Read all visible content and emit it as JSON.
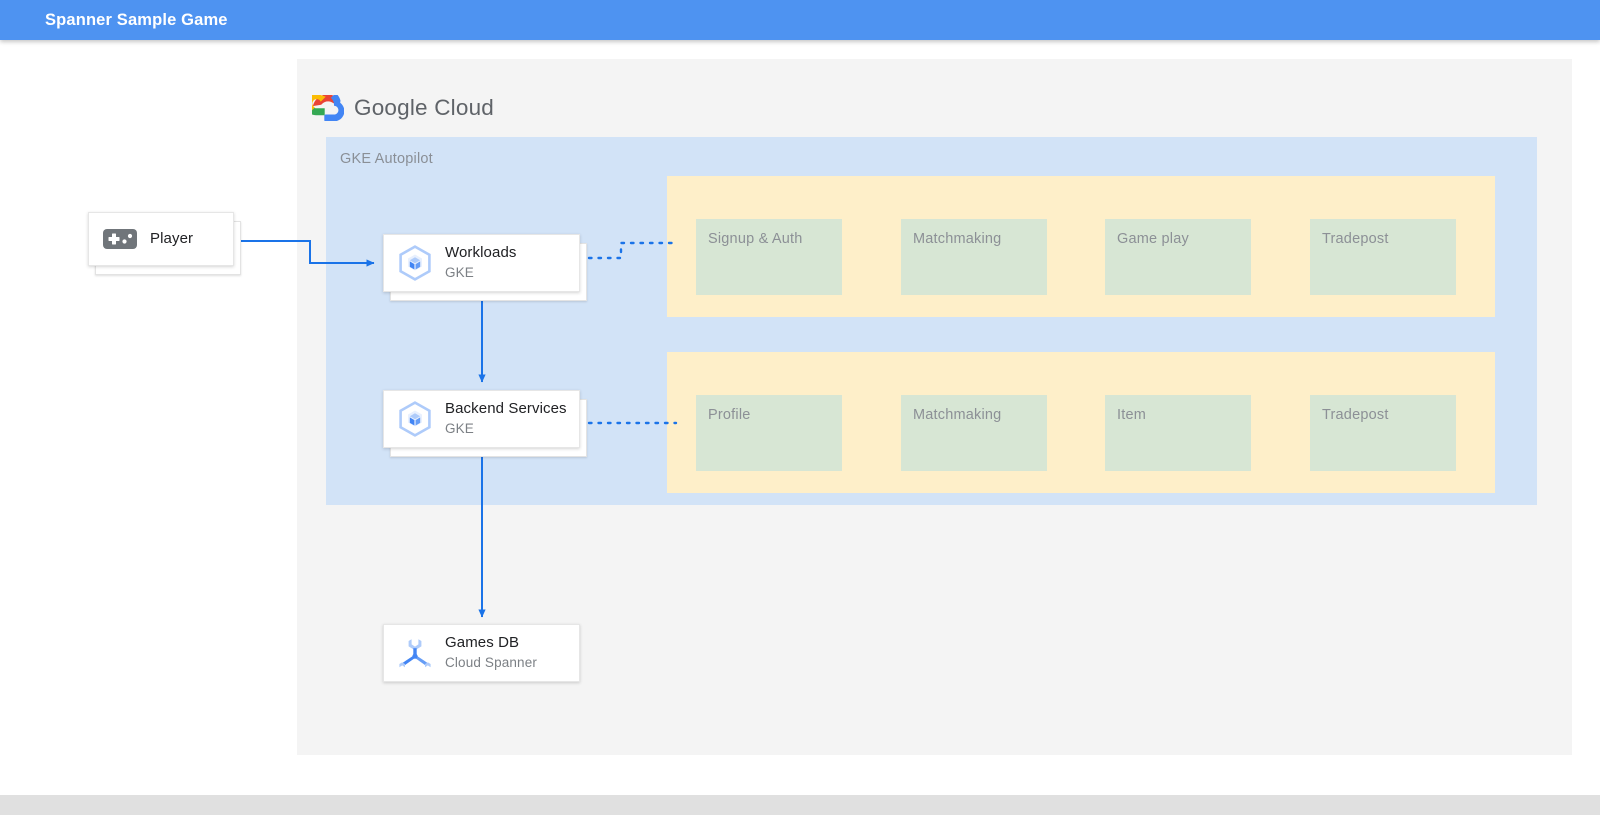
{
  "appbar": {
    "title": "Spanner Sample Game"
  },
  "logo": {
    "name": "google-cloud-logo",
    "text_bold": "Google",
    "text_light": " Cloud",
    "colors": {
      "red": "#ea4335",
      "yellow": "#fbbc04",
      "green": "#34a853",
      "blue": "#4285f4"
    }
  },
  "gke_container": {
    "label": "GKE Autopilot",
    "background": "#d2e3f7"
  },
  "service_rows": [
    {
      "name": "workloads-services-row",
      "background": "#feefc9",
      "boxes": [
        {
          "label": "Signup & Auth"
        },
        {
          "label": "Matchmaking"
        },
        {
          "label": "Game play"
        },
        {
          "label": "Tradepost"
        }
      ]
    },
    {
      "name": "backend-services-row",
      "background": "#feefc9",
      "boxes": [
        {
          "label": "Profile"
        },
        {
          "label": "Matchmaking"
        },
        {
          "label": "Item"
        },
        {
          "label": "Tradepost"
        }
      ]
    }
  ],
  "nodes": {
    "player": {
      "title": "Player",
      "subtitle": "",
      "icon": "gamepad-icon"
    },
    "workloads": {
      "title": "Workloads",
      "subtitle": "GKE",
      "icon": "gke-icon"
    },
    "backend": {
      "title": "Backend Services",
      "subtitle": "GKE",
      "icon": "gke-icon"
    },
    "spanner": {
      "title": "Games DB",
      "subtitle": "Cloud Spanner",
      "icon": "cloud-spanner-icon"
    }
  },
  "connectors": {
    "accent_color": "#1a73e8",
    "solid": [
      {
        "from": "player",
        "to": "workloads",
        "style": "solid-arrow"
      },
      {
        "from": "workloads",
        "to": "backend",
        "style": "solid-arrow"
      },
      {
        "from": "backend",
        "to": "spanner",
        "style": "solid-arrow"
      }
    ],
    "dotted": [
      {
        "from": "workloads",
        "to": "workloads-services-row",
        "style": "dotted"
      },
      {
        "from": "backend",
        "to": "backend-services-row",
        "style": "dotted"
      }
    ]
  },
  "colors": {
    "appbar": "#4e93f1",
    "card_background": "#f4f4f4",
    "gke_container": "#d2e3f7",
    "service_group": "#feefc9",
    "service_box": "#d7e6d4",
    "footer": "#e0e0e0"
  }
}
